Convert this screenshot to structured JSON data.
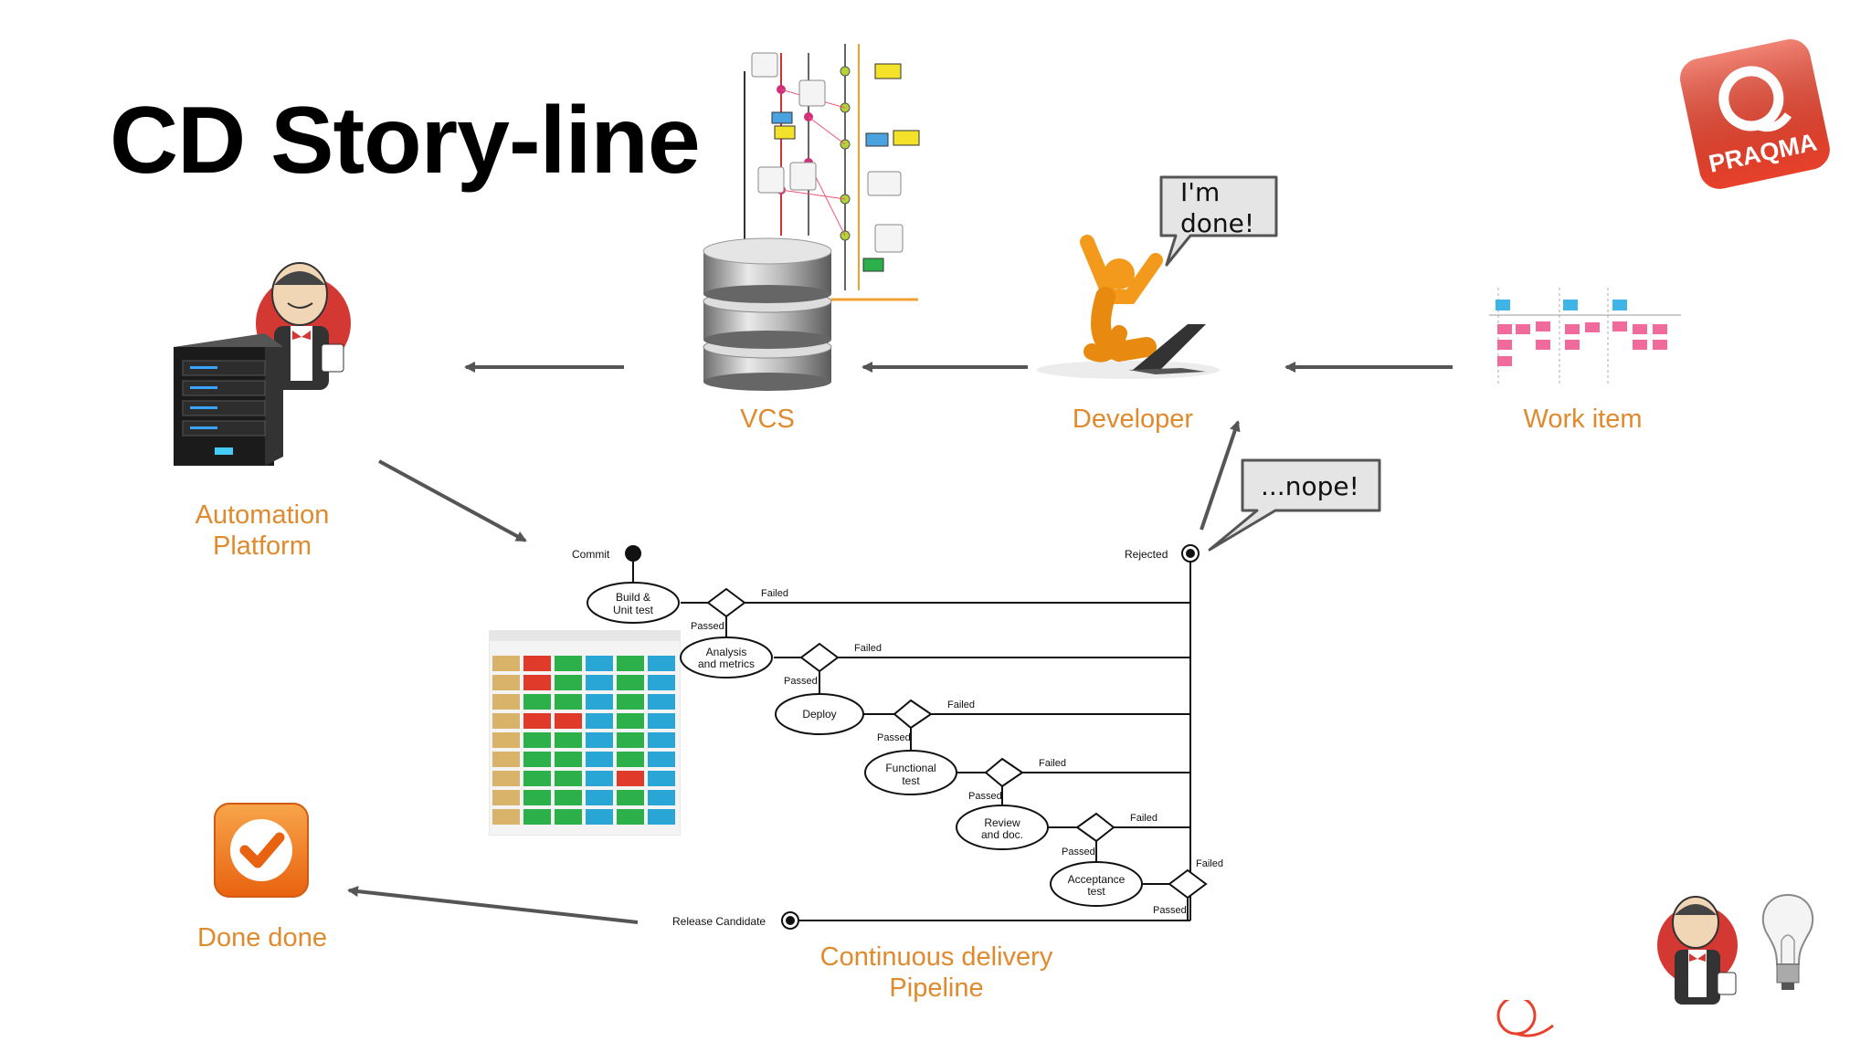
{
  "slide": {
    "title": "CD Story-line",
    "brand": "PRAQMA"
  },
  "labels": {
    "vcs": "VCS",
    "developer": "Developer",
    "work_item": "Work item",
    "automation_line1": "Automation",
    "automation_line2": "Platform",
    "done": "Done done",
    "pipeline_line1": "Continuous delivery",
    "pipeline_line2": "Pipeline"
  },
  "bubbles": {
    "developer_line1": "I'm",
    "developer_line2": "done!",
    "rejected": "...nope!"
  },
  "pipeline": {
    "commit": "Commit",
    "rejected": "Rejected",
    "release_candidate": "Release Candidate",
    "failed": "Failed",
    "passed": "Passed",
    "stages": [
      {
        "line1": "Build &",
        "line2": "Unit test"
      },
      {
        "line1": "Analysis",
        "line2": "and metrics"
      },
      {
        "line1": "Deploy",
        "line2": ""
      },
      {
        "line1": "Functional",
        "line2": "test"
      },
      {
        "line1": "Review",
        "line2": "and doc."
      },
      {
        "line1": "Acceptance",
        "line2": "test"
      }
    ]
  },
  "colors": {
    "label_orange": "#e08a2e",
    "brand_red": "#e8412b",
    "arrow_gray": "#555555"
  },
  "icons": [
    "jenkins-butler-icon",
    "server-icon",
    "database-icon",
    "developer-figure-icon",
    "kanban-board-icon",
    "done-checkmark-icon",
    "lightbulb-icon",
    "praqma-logo-icon",
    "branching-diagram-icon",
    "build-pipeline-view-icon"
  ]
}
